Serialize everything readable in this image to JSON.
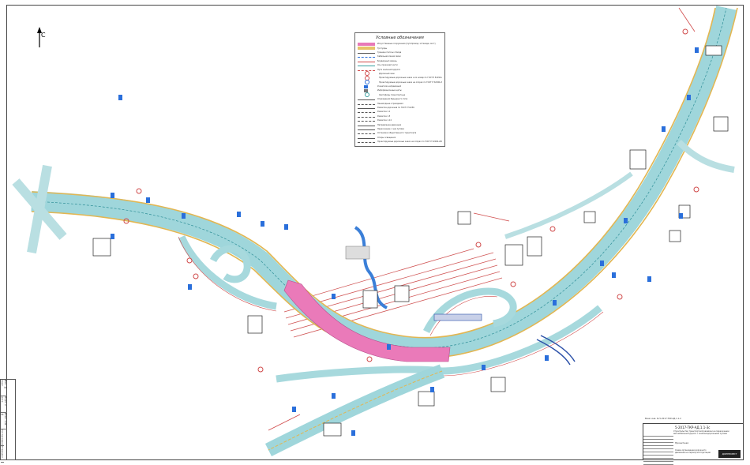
{
  "drawing": {
    "north_label": "С",
    "legend": {
      "title": "Условные обозначения",
      "items": [
        {
          "color": "#e879b8",
          "type": "fill",
          "label": "Искусственные сооружения (путепровод, эстакада, мост)"
        },
        {
          "color": "#e8c36a",
          "type": "fill",
          "label": "Тротуары"
        },
        {
          "color": "#555555",
          "type": "line",
          "label": "Граница полосы отвода"
        },
        {
          "color": "#2a6fdb",
          "type": "dash",
          "label": "Кабельная линия связи"
        },
        {
          "color": "#d04a4a",
          "type": "line",
          "label": "Бордюрный камень"
        },
        {
          "color": "#38a0a0",
          "type": "line",
          "label": "Ось проезжей части"
        },
        {
          "color": "#d04a4a",
          "type": "dash",
          "label": "Пути железной дороги"
        },
        {
          "color": "#d04a4a",
          "type": "circle",
          "label": "Дорожный знак"
        },
        {
          "color": "#d04a4a",
          "type": "circle",
          "label": "Проектируемые дорожные знаки и их номер по ГОСТ Р 52290-2004"
        },
        {
          "color": "#2a6fdb",
          "type": "circle",
          "label": "Проектируемые дорожные знаки на опорах по ГОСТ Р 52290-2004"
        },
        {
          "color": "#2a6fdb",
          "type": "rect",
          "label": "Указатели направлений"
        },
        {
          "color": "#777777",
          "type": "rect",
          "label": "Информационные щиты"
        },
        {
          "color": "#38a0a0",
          "type": "circle",
          "label": "Светофоры транспортные"
        },
        {
          "color": "#555555",
          "type": "line",
          "label": "Ограждения барьерного типа"
        },
        {
          "color": "#555555",
          "type": "dash",
          "label": "Пешеходные ограждения"
        },
        {
          "color": "#555555",
          "type": "line",
          "label": "Разметка дорожная по ГОСТ Р 51256"
        },
        {
          "color": "#555555",
          "type": "dash",
          "label": "Разметка 1.1"
        },
        {
          "color": "#555555",
          "type": "dash",
          "label": "Разметка 1.5"
        },
        {
          "color": "#555555",
          "type": "dash",
          "label": "Разметка 1.14"
        },
        {
          "color": "#555555",
          "type": "line",
          "label": "Направление движения"
        },
        {
          "color": "#555555",
          "type": "line",
          "label": "Пересечение с ж/д путями"
        },
        {
          "color": "#555555",
          "type": "dash",
          "label": "Остановки общественного транспорта"
        },
        {
          "color": "#555555",
          "type": "line",
          "label": "Опоры освещения"
        },
        {
          "color": "#555555",
          "type": "dash",
          "label": "Проектируемые дорожные знаки на опорах по ГОСТ Р 52290-2004"
        }
      ]
    },
    "title_block": {
      "code": "5-2017-ТКР-АД.1.1-3с",
      "note": "Взам. инв. № 5-2017-ТКР-АД.1.1-2",
      "object": "Строительство транспортной развязки на пересечении автомобильной дороги с железнодорожными путями",
      "stage": "Проектная",
      "sheet_title": "Схема организации дорожного движения на период эксплуатации",
      "org": "ДОРПРОЕКТ"
    },
    "binding_cells": [
      "Инв. № подл.",
      "Подп. и дата",
      "Взам. инв. №",
      "Согласовано",
      "Утвердил"
    ]
  }
}
